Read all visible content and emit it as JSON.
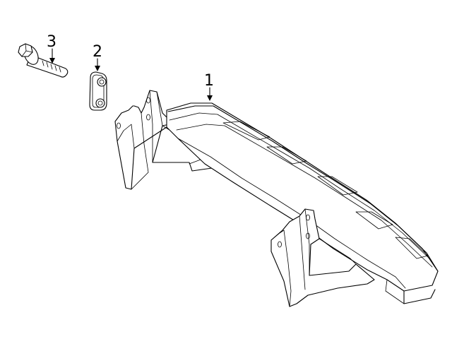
{
  "callouts": [
    {
      "number": "1",
      "part": "crossmember"
    },
    {
      "number": "2",
      "part": "retainer-nut"
    },
    {
      "number": "3",
      "part": "bolt"
    }
  ]
}
